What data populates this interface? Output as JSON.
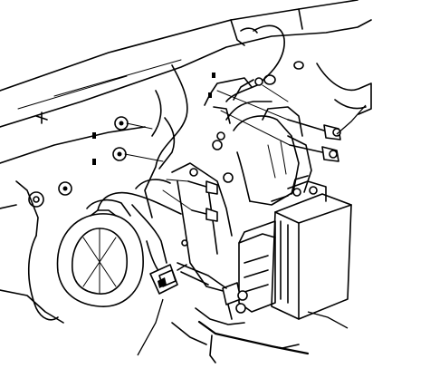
{
  "figure": {
    "callouts": [
      {
        "id": "bolt-callout"
      },
      {
        "id": "connector-callout"
      },
      {
        "id": "control-unit-callout"
      }
    ]
  }
}
